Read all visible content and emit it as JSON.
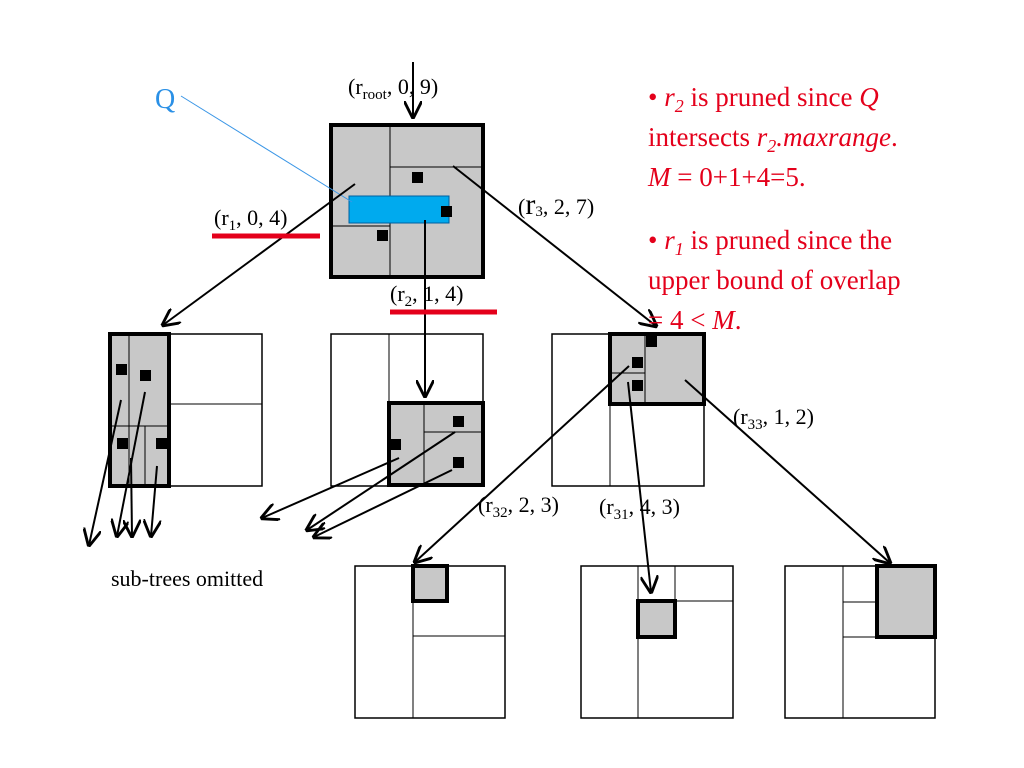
{
  "query_label": "Q",
  "nodes": {
    "root": {
      "name": "r",
      "sub": "root",
      "rest": ", 0, 9)"
    },
    "r1": {
      "name": "r",
      "sub": "1",
      "rest": ", 0, 4)"
    },
    "r2": {
      "name": "r",
      "sub": "2",
      "rest": ", 1, 4)"
    },
    "r3": {
      "name": "r",
      "sub": "3",
      "rest": ", 2, 7)"
    },
    "r31": {
      "name": "r",
      "sub": "31",
      "rest": ", 4, 3)"
    },
    "r32": {
      "name": "r",
      "sub": "32",
      "rest": ", 2, 3)"
    },
    "r33": {
      "name": "r",
      "sub": "33",
      "rest": ", 1, 2)"
    }
  },
  "subtrees_label": "sub-trees omitted",
  "notes": {
    "n1_line1_bullet": "• ",
    "n1_r": "r",
    "n1_r_sub": "2",
    "n1_mid": " is pruned since ",
    "n1_q": "Q",
    "n1_line2_a": "intersects ",
    "n1_line2_r": "r",
    "n1_line2_sub": "2",
    "n1_line2_b": ".maxrange",
    "n1_line2_c": ".",
    "n1_line3_m": "M",
    "n1_line3_rest": " = 0+1+4=5.",
    "n2_line1_bullet": "• ",
    "n2_r": "r",
    "n2_r_sub": "1",
    "n2_mid": " is pruned since the",
    "n2_line2": "upper bound of overlap",
    "n2_line3_a": "= 4 < ",
    "n2_line3_m": "M",
    "n2_line3_b": "."
  },
  "colors": {
    "prune_highlight": "#e4001b",
    "query_rect": "#00aaee",
    "query_label": "#2a90e6",
    "region_fill": "#c8c8c8"
  }
}
